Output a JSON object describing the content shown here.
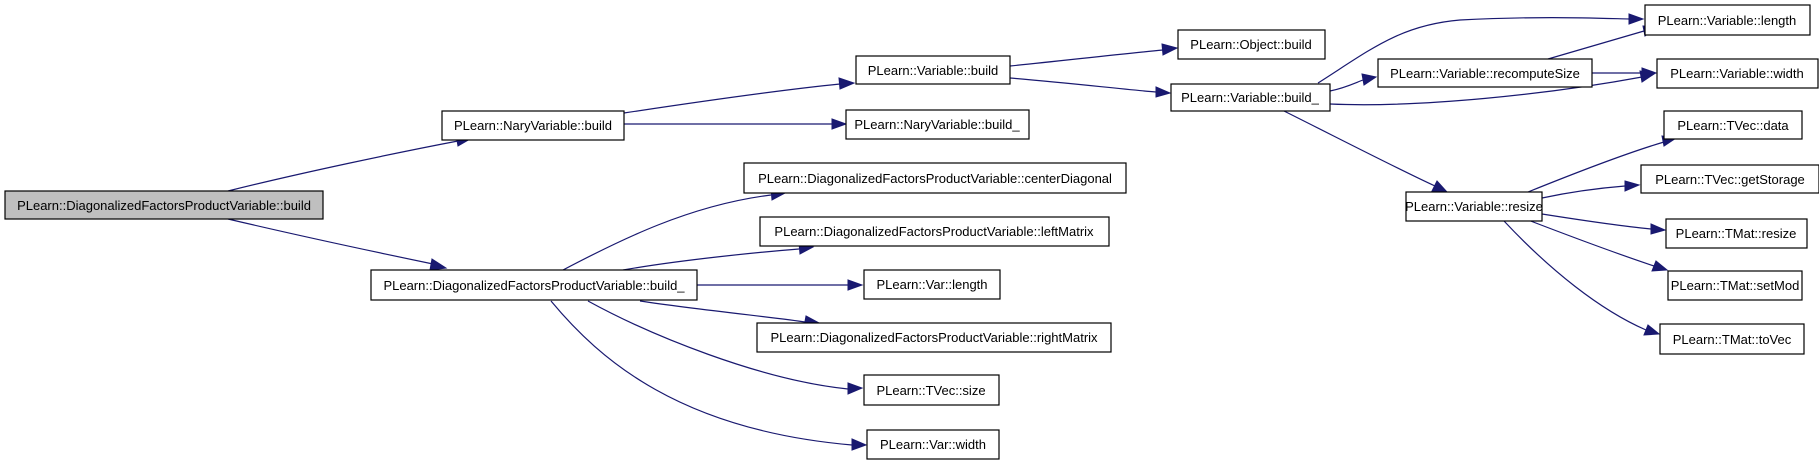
{
  "colors": {
    "edge": "#191970",
    "root_fill": "#bfbfbf",
    "node_fill": "#ffffff",
    "border": "#000000"
  },
  "nodes": {
    "dfpv_build": "PLearn::DiagonalizedFactorsProductVariable::build",
    "nary_build": "PLearn::NaryVariable::build",
    "dfpv_build_": "PLearn::DiagonalizedFactorsProductVariable::build_",
    "variable_build": "PLearn::Variable::build",
    "nary_build_": "PLearn::NaryVariable::build_",
    "center_diagonal": "PLearn::DiagonalizedFactorsProductVariable::centerDiagonal",
    "left_matrix": "PLearn::DiagonalizedFactorsProductVariable::leftMatrix",
    "var_length": "PLearn::Var::length",
    "right_matrix": "PLearn::DiagonalizedFactorsProductVariable::rightMatrix",
    "tvec_size": "PLearn::TVec::size",
    "var_width": "PLearn::Var::width",
    "object_build": "PLearn::Object::build",
    "variable_build_": "PLearn::Variable::build_",
    "recompute_size": "PLearn::Variable::recomputeSize",
    "variable_resize": "PLearn::Variable::resize",
    "variable_length": "PLearn::Variable::length",
    "variable_width": "PLearn::Variable::width",
    "tvec_data": "PLearn::TVec::data",
    "tvec_get_storage": "PLearn::TVec::getStorage",
    "tmat_resize": "PLearn::TMat::resize",
    "tmat_set_mod": "PLearn::TMat::setMod",
    "tmat_to_vec": "PLearn::TMat::toVec"
  }
}
